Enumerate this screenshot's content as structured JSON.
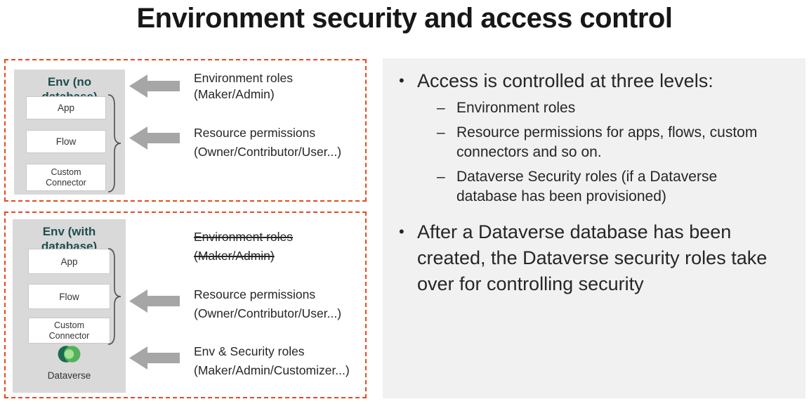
{
  "title": "Environment security and access control",
  "env_no_db": {
    "heading": "Env (no database)",
    "box_app": "App",
    "box_flow": "Flow",
    "box_custom": "Custom Connector",
    "ann1_line1": "Environment roles",
    "ann1_line2": "(Maker/Admin)",
    "ann2_line1": "Resource permissions",
    "ann2_line2": "(Owner/Contributor/User...)"
  },
  "env_with_db": {
    "heading": "Env (with database)",
    "box_app": "App",
    "box_flow": "Flow",
    "box_custom": "Custom Connector",
    "dataverse_label": "Dataverse",
    "ann1_line1": "Environment roles",
    "ann1_line2": "(Maker/Admin)",
    "ann1_strikethrough": "true",
    "ann2_line1": "Resource permissions",
    "ann2_line2": "(Owner/Contributor/User...)",
    "ann3_line1": "Env & Security roles",
    "ann3_line2": "(Maker/Admin/Customizer...)"
  },
  "notes": {
    "bullet_char": "•",
    "dash_char": "–",
    "bullet1": "Access is controlled at three levels:",
    "sub1": "Environment roles",
    "sub2": "Resource permissions for apps, flows, custom connectors and so on.",
    "sub3": "Dataverse Security roles (if a Dataverse database has been provisioned)",
    "bullet2": "After a Dataverse database has been created, the Dataverse security roles take over for controlling security"
  },
  "colors": {
    "dashed_border": "#e8491d",
    "heading_teal": "#1f4e4e",
    "arrow_gray": "#a6a6a6",
    "panel_gray": "#f1f1f1",
    "env_box_gray": "#d9d9d9",
    "dataverse_dark_green": "#1b6b50",
    "dataverse_mid_green": "#52b25c",
    "dataverse_light_green": "#a5e096"
  }
}
